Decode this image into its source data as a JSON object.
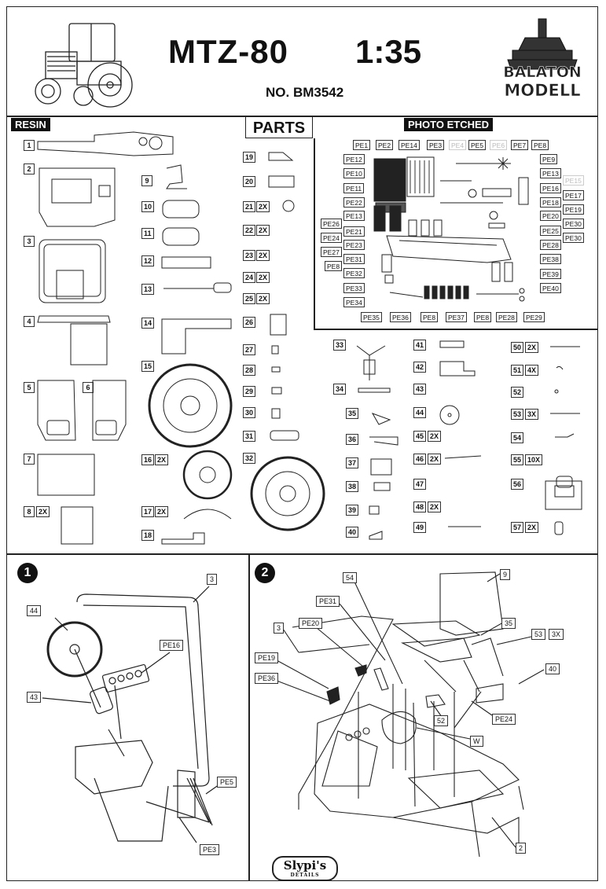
{
  "header": {
    "title": "MTZ-80",
    "scale": "1:35",
    "catalog_no": "NO. BM3542"
  },
  "logos": {
    "balaton": [
      "BALATON",
      "MODELL"
    ],
    "slypi": "Slypi's",
    "slypi_sub": "DETAILS"
  },
  "sections": {
    "resin": "RESIN",
    "parts": "PARTS",
    "photo_etched": "PHOTO ETCHED"
  },
  "resin_parts": [
    {
      "n": "1"
    },
    {
      "n": "2"
    },
    {
      "n": "3"
    },
    {
      "n": "4"
    },
    {
      "n": "5"
    },
    {
      "n": "6"
    },
    {
      "n": "7"
    },
    {
      "n": "8",
      "q": "2X"
    },
    {
      "n": "9"
    },
    {
      "n": "10"
    },
    {
      "n": "11"
    },
    {
      "n": "12"
    },
    {
      "n": "13"
    },
    {
      "n": "14"
    },
    {
      "n": "15"
    },
    {
      "n": "16",
      "q": "2X"
    },
    {
      "n": "17",
      "q": "2X"
    },
    {
      "n": "18"
    },
    {
      "n": "19"
    },
    {
      "n": "20"
    },
    {
      "n": "21",
      "q": "2X"
    },
    {
      "n": "22",
      "q": "2X"
    },
    {
      "n": "23",
      "q": "2X"
    },
    {
      "n": "24",
      "q": "2X"
    },
    {
      "n": "25",
      "q": "2X"
    },
    {
      "n": "26"
    },
    {
      "n": "27"
    },
    {
      "n": "28"
    },
    {
      "n": "29"
    },
    {
      "n": "30"
    },
    {
      "n": "31"
    },
    {
      "n": "32"
    },
    {
      "n": "33"
    },
    {
      "n": "34"
    },
    {
      "n": "35"
    },
    {
      "n": "36"
    },
    {
      "n": "37"
    },
    {
      "n": "38"
    },
    {
      "n": "39"
    },
    {
      "n": "40"
    },
    {
      "n": "41"
    },
    {
      "n": "42"
    },
    {
      "n": "43"
    },
    {
      "n": "44"
    },
    {
      "n": "45",
      "q": "2X"
    },
    {
      "n": "46",
      "q": "2X"
    },
    {
      "n": "47"
    },
    {
      "n": "48",
      "q": "2X"
    },
    {
      "n": "49"
    },
    {
      "n": "50",
      "q": "2X"
    },
    {
      "n": "51",
      "q": "4X"
    },
    {
      "n": "52"
    },
    {
      "n": "53",
      "q": "3X"
    },
    {
      "n": "54"
    },
    {
      "n": "55",
      "q": "10X"
    },
    {
      "n": "56"
    },
    {
      "n": "57",
      "q": "2X"
    }
  ],
  "pe_labels": {
    "top": [
      "PE1",
      "PE2",
      "PE14",
      "PE3",
      "PE4",
      "PE5",
      "PE6",
      "PE7",
      "PE8"
    ],
    "left": [
      "PE12",
      "PE10",
      "PE11",
      "PE22",
      "PE13",
      "PE26",
      "PE21",
      "PE24",
      "PE23",
      "PE27",
      "PE31",
      "PE8",
      "PE32",
      "PE33",
      "PE34"
    ],
    "right": [
      "PE9",
      "PE13",
      "PE15",
      "PE16",
      "PE17",
      "PE18",
      "PE19",
      "PE20",
      "PE25",
      "PE30",
      "PE30",
      "PE28",
      "PE38",
      "PE39",
      "PE40"
    ],
    "bottom": [
      "PE35",
      "PE36",
      "PE8",
      "PE37",
      "PE8",
      "PE28",
      "PE29"
    ]
  },
  "step1": {
    "number": "1",
    "callouts": [
      "3",
      "44",
      "PE16",
      "43",
      "PE5",
      "PE3"
    ]
  },
  "step2": {
    "number": "2",
    "callouts": [
      "54",
      "9",
      "PE31",
      "PE20",
      "3",
      "35",
      "53",
      "3X",
      "PE19",
      "PE36",
      "40",
      "52",
      "PE24",
      "W",
      "2"
    ]
  }
}
